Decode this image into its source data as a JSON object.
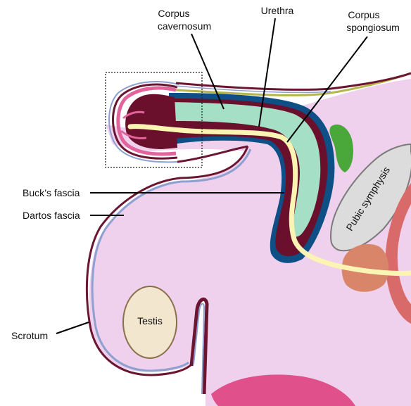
{
  "labels": {
    "corpus_cavernosum_1": "Corpus",
    "corpus_cavernosum_2": "cavernosum",
    "urethra": "Urethra",
    "corpus_spongiosum_1": "Corpus",
    "corpus_spongiosum_2": "spongiosum",
    "bucks_fascia": "Buck’s fascia",
    "dartos_fascia": "Dartos fascia",
    "scrotum": "Scrotum",
    "testis": "Testis",
    "pubic_symphysis": "Pubic symphysis"
  },
  "colors": {
    "body_tissue": "#efd1ee",
    "skin_outline": "#6b1530",
    "dartos_line": "#8da0d0",
    "bucks_fascia": "#0e4f86",
    "tunica": "#6a0f2c",
    "cavernosum": "#a5dfc5",
    "urethra": "#fbf4b2",
    "glans_pink": "#e2649c",
    "bone": "#dcdcdc",
    "muscle_green": "#4aa83a",
    "prostate": "#d9856a",
    "bladder_red": "#d96a6a",
    "lower_organ": "#e0508a",
    "testis_fill": "#f3e6cf"
  }
}
